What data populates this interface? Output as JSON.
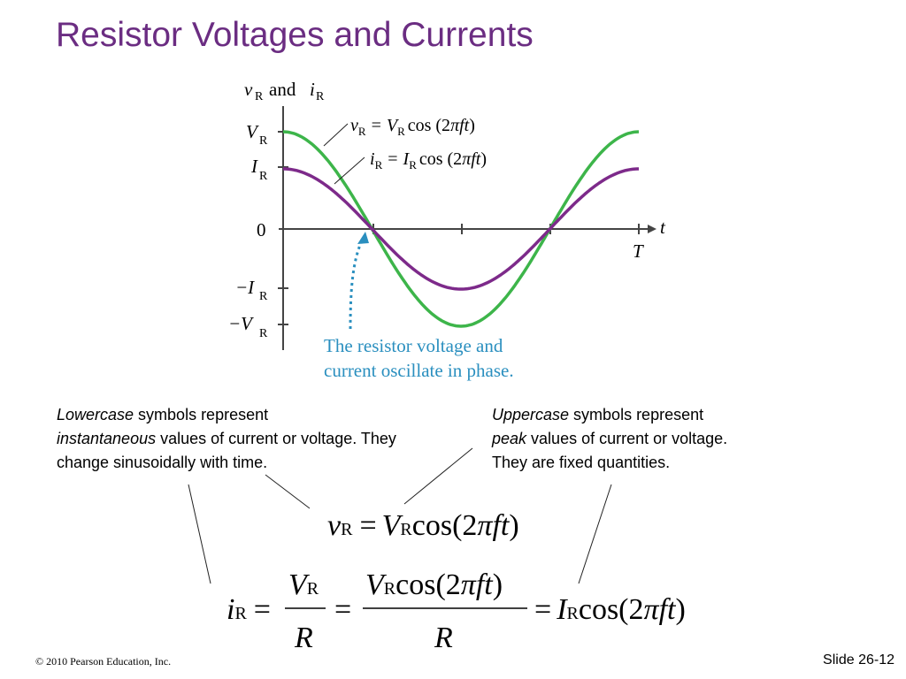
{
  "title": "Resistor Voltages and Currents",
  "graph": {
    "y_axis_label_v": "v",
    "y_axis_label_and": "and",
    "y_axis_label_i": "i",
    "sub_R": "R",
    "eq_v_lhs": "v",
    "eq_v_rhs_V": "V",
    "eq_i_lhs": "i",
    "eq_i_rhs_I": "I",
    "equals": "=",
    "cos_arg": "cos (2",
    "pi": "π",
    "ft": "ft",
    "close_paren": ")",
    "tick_VR": "V",
    "tick_IR": "I",
    "tick_zero": "0",
    "tick_negIR": "−I",
    "tick_negVR": "−V",
    "t_label": "t",
    "T_label": "T",
    "annotation_line1": "The resistor voltage and",
    "annotation_line2": "current oscillate in phase."
  },
  "notes": {
    "left_italic1": "Lowercase",
    "left_text1": " symbols represent",
    "left_italic2": "instantaneous",
    "left_text2": " values of current or voltage. They change sinusoidally with time.",
    "right_italic1": "Uppercase",
    "right_text1": " symbols represent",
    "right_italic2": "peak",
    "right_text2": " values of current or voltage. They are fixed quantities."
  },
  "equations": {
    "eq1_v": "v",
    "eq1_R": "R",
    "eq1_eq": "=",
    "eq1_V": "V",
    "eq1_cos": "cos(2",
    "eq1_pi": "π",
    "eq1_ft": "ft",
    "eq1_close": ")",
    "eq2_i": "i",
    "eq2_R": "R",
    "eq2_eq": "=",
    "eq2_num_V": "V",
    "eq2_den_R": "R",
    "eq2_num2_V": "V",
    "eq2_num2_cos": "cos(2",
    "eq2_I": "I",
    "eq2_cos": "cos(2"
  },
  "colors": {
    "voltage": "#3db54a",
    "current": "#7d2a8a",
    "annotation": "#2a8fbf",
    "title": "#6b2d82"
  },
  "footer": {
    "copyright": "© 2010 Pearson Education, Inc.",
    "slide": "Slide 26-12"
  }
}
